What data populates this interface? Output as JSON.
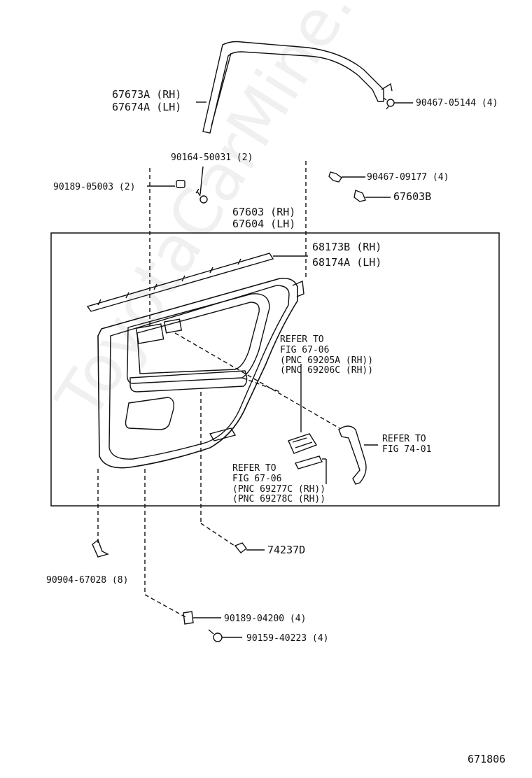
{
  "watermark": "ToyotaCarMine.ru",
  "figure_number": "671806",
  "labels": {
    "molding_rh": "67673A (RH)",
    "molding_lh": "67674A (LH)",
    "screw_05144": "90467-05144 (4)",
    "bolt_50031": "90164-50031 (2)",
    "nut_05003": "90189-05003 (2)",
    "clip_09177": "90467-09177 (4)",
    "clip_67603b": "67603B",
    "panel_rh": "67603 (RH)",
    "panel_lh": "67604 (LH)",
    "weatherstrip_rh": "68173B (RH)",
    "weatherstrip_lh": "68174A (LH)",
    "ref1_line1": "REFER TO",
    "ref1_line2": "FIG 67-06",
    "ref1_line3": "(PNC 69205A (RH))",
    "ref1_line4": "(PNC 69206C (RH))",
    "ref2_line1": "REFER TO",
    "ref2_line2": "FIG 74-01",
    "ref3_line1": "REFER TO",
    "ref3_line2": "FIG 67-06",
    "ref3_line3": "(PNC 69277C (RH))",
    "ref3_line4": "(PNC 69278C (RH))",
    "clip_74237d": "74237D",
    "clip_67028": "90904-67028 (8)",
    "nut_04200": "90189-04200 (4)",
    "screw_40223": "90159-40223 (4)"
  }
}
